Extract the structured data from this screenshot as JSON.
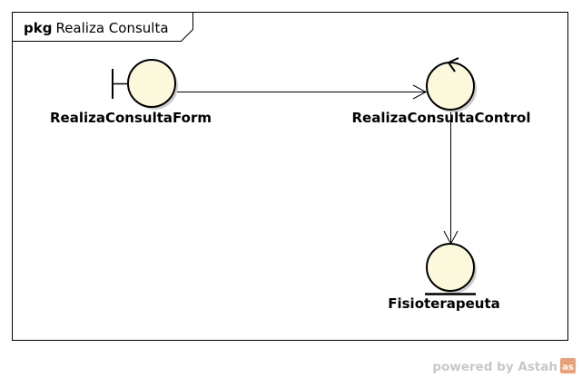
{
  "diagram": {
    "frame": {
      "keyword": "pkg",
      "name": "Realiza Consulta"
    },
    "nodes": [
      {
        "id": "form",
        "stereotype": "boundary",
        "label": "RealizaConsultaForm"
      },
      {
        "id": "control",
        "stereotype": "control",
        "label": "RealizaConsultaControl"
      },
      {
        "id": "entity",
        "stereotype": "entity",
        "label": "Fisioterapeuta"
      }
    ],
    "edges": [
      {
        "from": "form",
        "to": "control",
        "type": "association",
        "navigable": true
      },
      {
        "from": "control",
        "to": "entity",
        "type": "association",
        "navigable": true
      }
    ]
  },
  "colors": {
    "node_fill": "#fbf8dc",
    "node_stroke": "#000000",
    "shadow": "#cccccc",
    "watermark": "#c8c8c8",
    "logo": "#e8a27a"
  },
  "watermark": {
    "text": "powered by Astah",
    "logo_letters": "as"
  }
}
